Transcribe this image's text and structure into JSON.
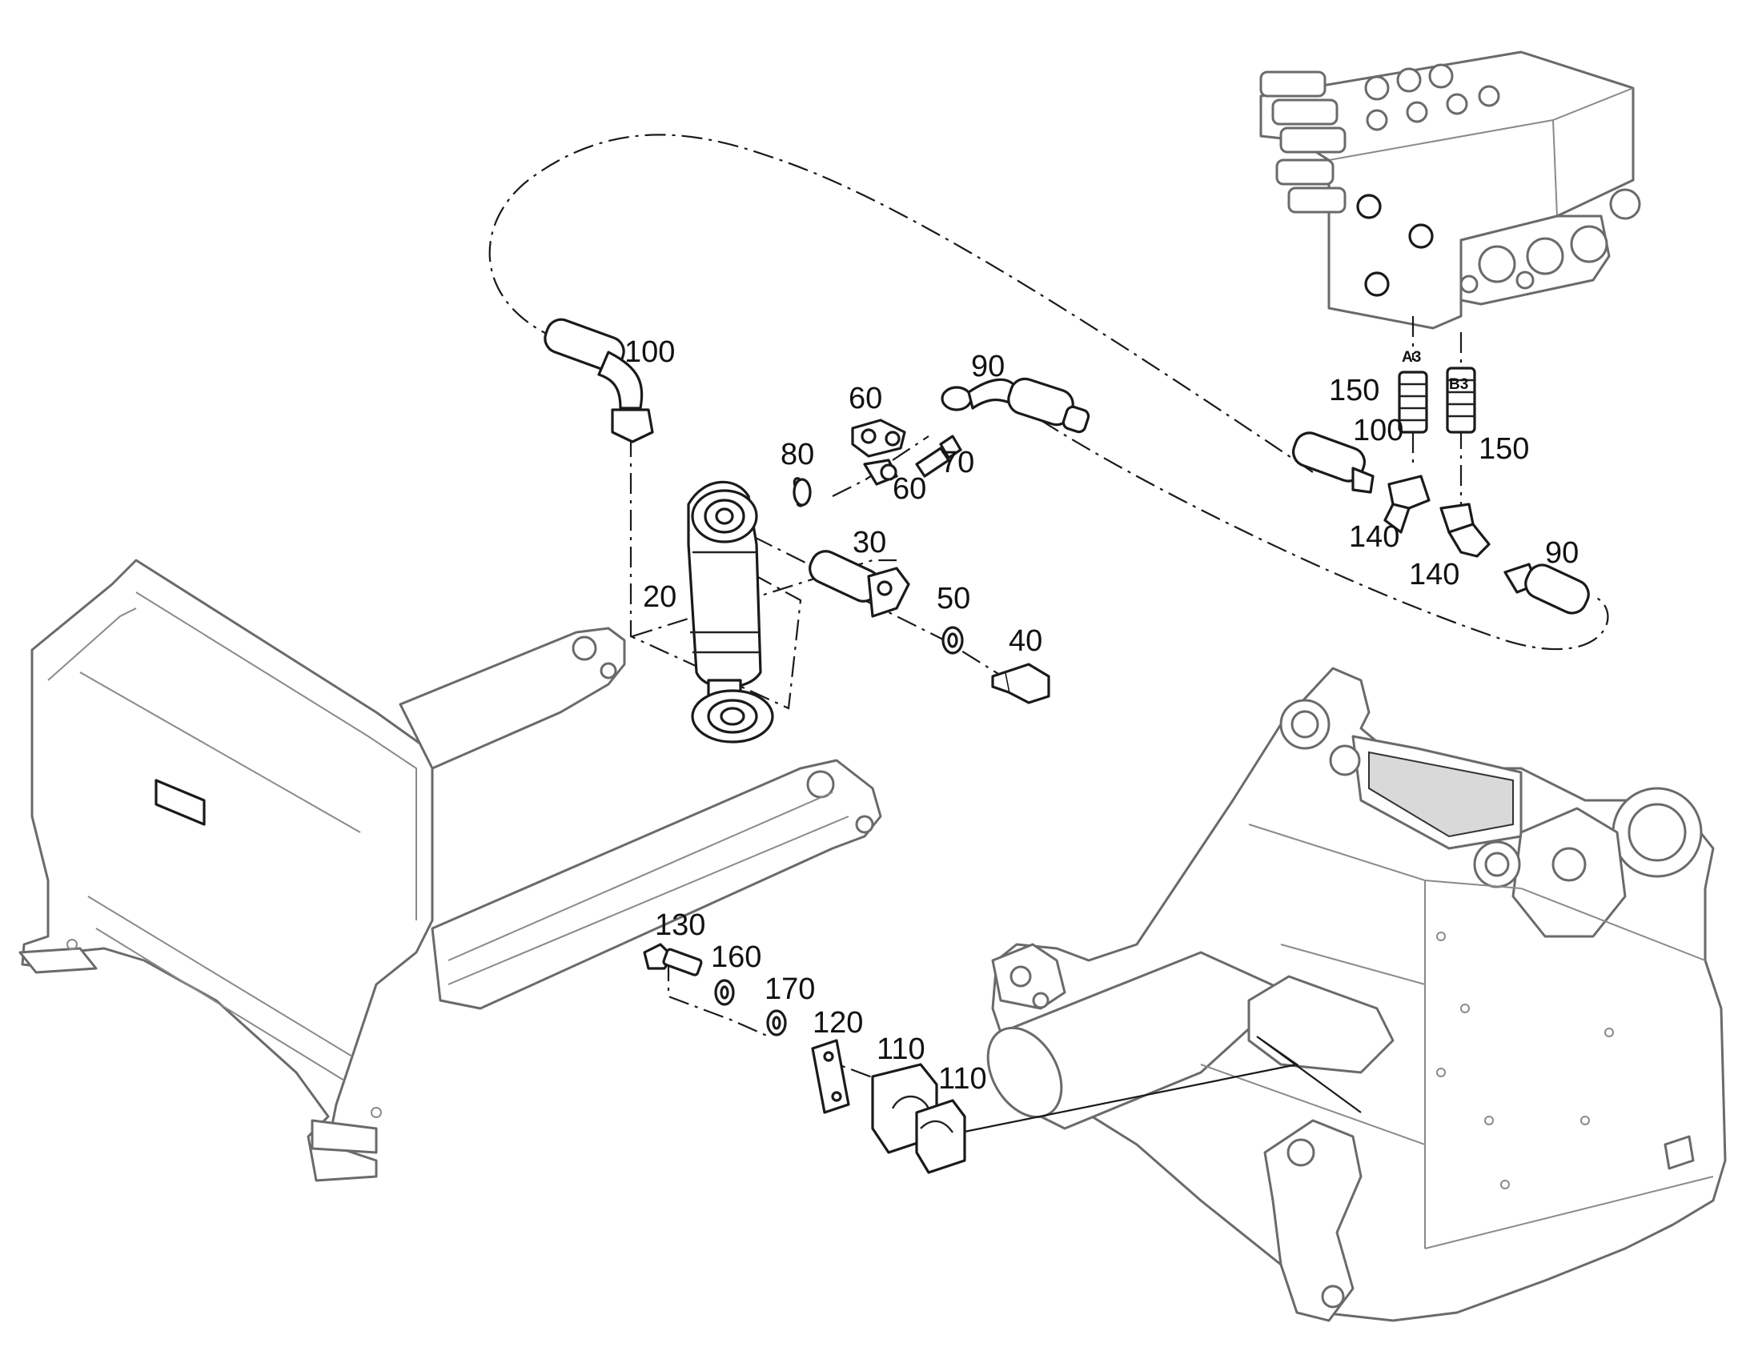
{
  "callouts": [
    {
      "id": "c100a",
      "text": "100"
    },
    {
      "id": "c90a",
      "text": "90"
    },
    {
      "id": "c60a",
      "text": "60"
    },
    {
      "id": "c80",
      "text": "80"
    },
    {
      "id": "c70",
      "text": "70"
    },
    {
      "id": "c60b",
      "text": "60"
    },
    {
      "id": "c30",
      "text": "30"
    },
    {
      "id": "c20",
      "text": "20"
    },
    {
      "id": "c50",
      "text": "50"
    },
    {
      "id": "c40",
      "text": "40"
    },
    {
      "id": "c150a",
      "text": "150"
    },
    {
      "id": "c150b",
      "text": "150"
    },
    {
      "id": "c100b",
      "text": "100"
    },
    {
      "id": "c140a",
      "text": "140"
    },
    {
      "id": "c140b",
      "text": "140"
    },
    {
      "id": "c90b",
      "text": "90"
    },
    {
      "id": "c130",
      "text": "130"
    },
    {
      "id": "c160",
      "text": "160"
    },
    {
      "id": "c170",
      "text": "170"
    },
    {
      "id": "c120",
      "text": "120"
    },
    {
      "id": "c110a",
      "text": "110"
    },
    {
      "id": "c110b",
      "text": "110"
    }
  ],
  "ports": [
    {
      "id": "pA3",
      "text": "A3"
    },
    {
      "id": "pB3",
      "text": "B3"
    }
  ]
}
